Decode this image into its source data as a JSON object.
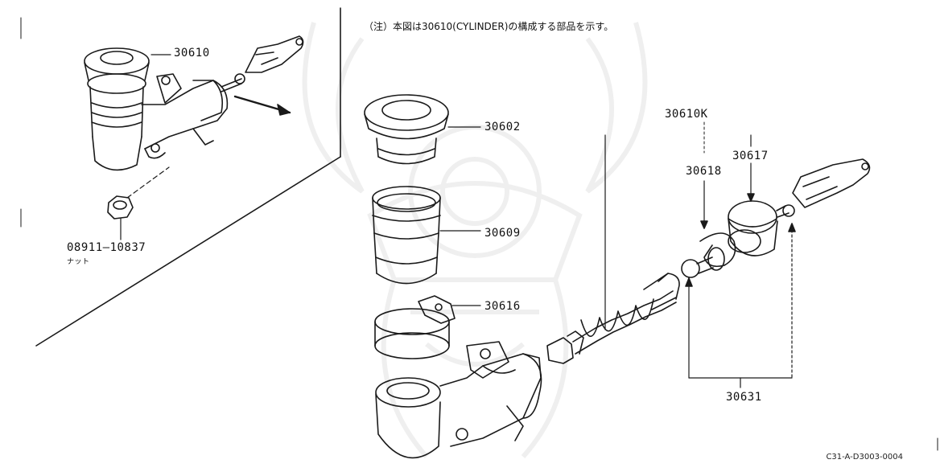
{
  "note": "（注）本図は30610(CYLINDER)の構成する部品を示す。",
  "diagram_code": "C31-A-D3003-0004",
  "parts": {
    "p30610": "30610",
    "p30602": "30602",
    "p30609": "30609",
    "p30616": "30616",
    "p30610k": "30610K",
    "p30618": "30618",
    "p30617": "30617",
    "p30631": "30631",
    "p08911": "08911–10837",
    "p08911_desc": "ナット"
  },
  "colors": {
    "line": "#1a1a1a",
    "watermark": "#9a9a9a"
  }
}
